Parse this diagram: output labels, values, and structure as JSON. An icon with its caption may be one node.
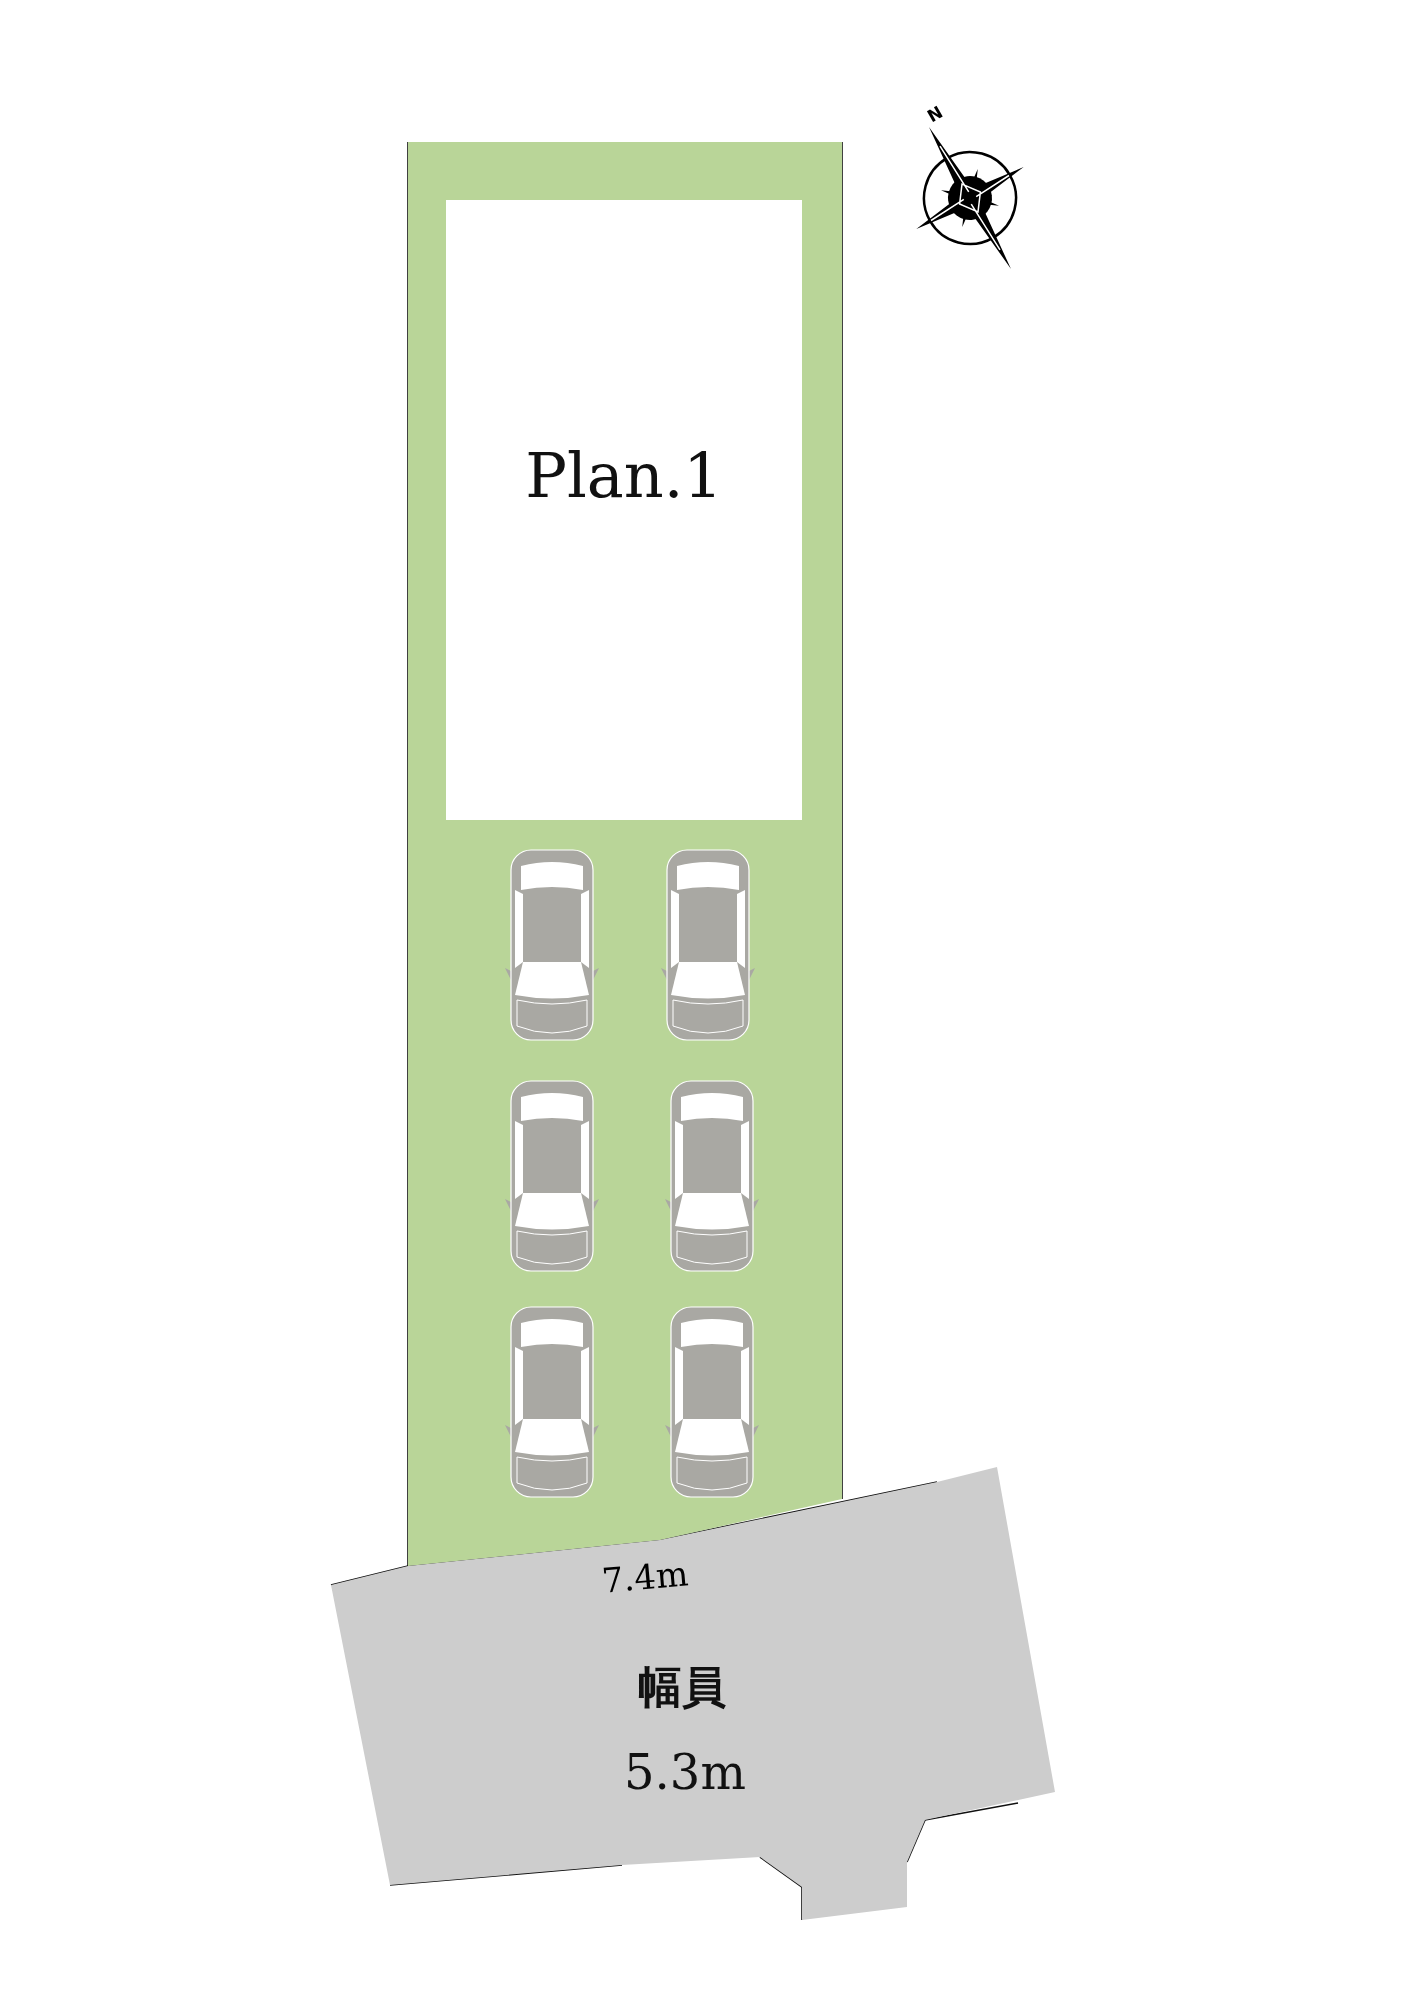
{
  "diagram": {
    "nodes": [
      {
        "text": [],
        "shape": "box"
      },
      {
        "text": [
          "Plan.1"
        ],
        "in": 0
      },
      {
        "text": [
          "幅員",
          "5.3m"
        ]
      }
    ],
    "labels": [
      "N",
      "7.4m"
    ]
  }
}
